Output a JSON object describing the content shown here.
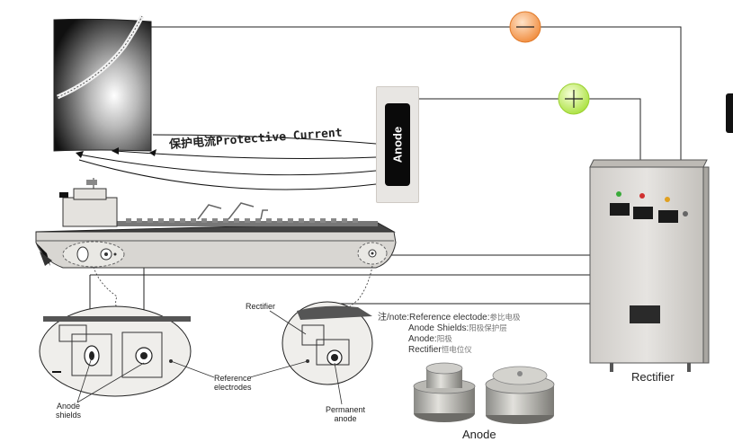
{
  "diagram": {
    "protective_current_label": "保护电流Protective Current",
    "anode_box_label": "Anode",
    "rectifier_label": "Rectifier",
    "anode_photo_label": "Anode",
    "inset_left": {
      "anode_shields": "Anode\nshields",
      "reference_electrodes": "Reference\nelectrodes"
    },
    "inset_right": {
      "rectifier": "Rectifier",
      "permanent_anode": "Permanent\nanode"
    },
    "note": {
      "line1_en": "注/note:Reference electode:",
      "line1_zh": "参比电极",
      "line2_en": "Anode Shields:",
      "line2_zh": "阳极保护层",
      "line3_en": "Anode:",
      "line3_zh": "阳极",
      "line4_en": "Rectifier",
      "line4_zh": "恒电位仪"
    },
    "symbols": {
      "negative_terminal": "minus-symbol",
      "positive_terminal": "plus-symbol"
    },
    "colors": {
      "negative": "#f5a05a",
      "positive": "#c8f06a",
      "cabinet": "#dcdad6",
      "anode_block": "#0a0a0a"
    }
  }
}
